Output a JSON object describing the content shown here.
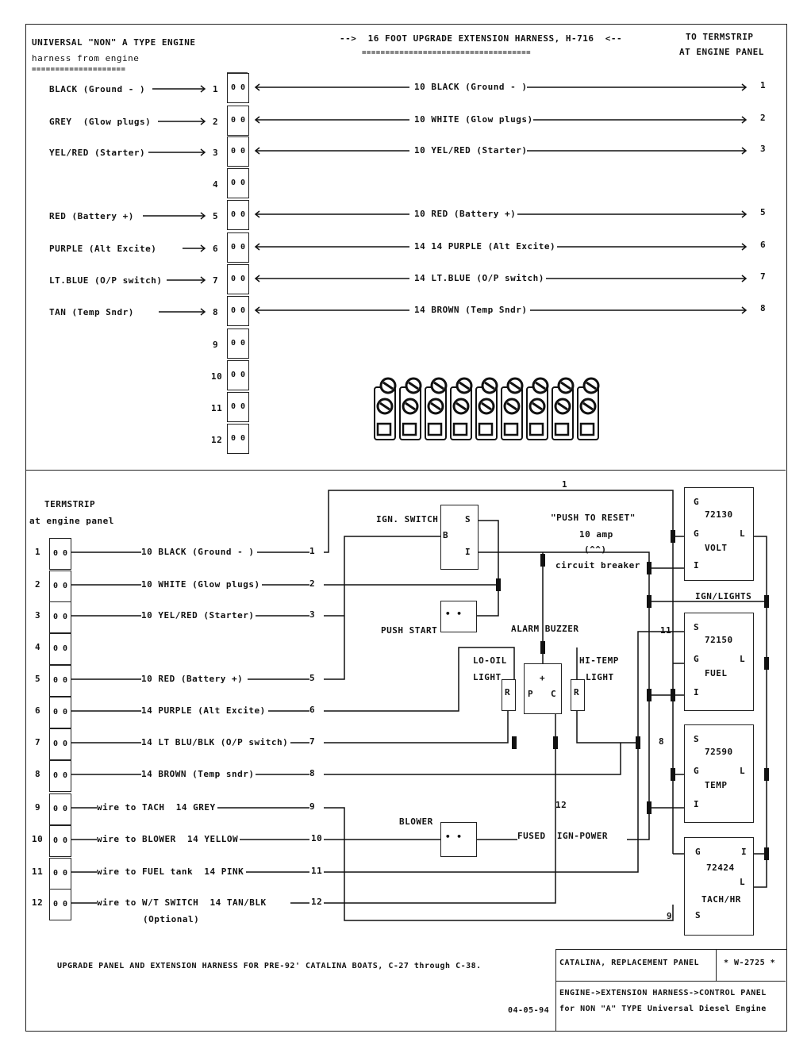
{
  "top": {
    "left_title": "UNIVERSAL \"NON\" A TYPE ENGINE",
    "left_subtitle": "harness from engine",
    "left_underline": "====================",
    "center_title": "-->  16 FOOT UPGRADE EXTENSION HARNESS, H-716  <--",
    "center_underline": "====================================",
    "right_title_1": "TO TERMSTRIP",
    "right_title_2": "AT ENGINE PANEL",
    "engine_wires": [
      {
        "num": "1",
        "label": "BLACK (Ground - )"
      },
      {
        "num": "2",
        "label": "GREY  (Glow plugs)"
      },
      {
        "num": "3",
        "label": "YEL/RED (Starter)"
      },
      {
        "num": "4",
        "label": ""
      },
      {
        "num": "5",
        "label": "RED (Battery +)"
      },
      {
        "num": "6",
        "label": "PURPLE (Alt Excite)"
      },
      {
        "num": "7",
        "label": "LT.BLUE (O/P switch)"
      },
      {
        "num": "8",
        "label": "TAN (Temp Sndr)"
      },
      {
        "num": "9",
        "label": ""
      },
      {
        "num": "10",
        "label": ""
      },
      {
        "num": "11",
        "label": ""
      },
      {
        "num": "12",
        "label": ""
      }
    ],
    "harness_wires": [
      {
        "label": "10 BLACK (Ground - )",
        "num": "1"
      },
      {
        "label": "10 WHITE (Glow plugs)",
        "num": "2"
      },
      {
        "label": "10 YEL/RED (Starter)",
        "num": "3"
      },
      {
        "label": "",
        "num": ""
      },
      {
        "label": "10 RED (Battery +)",
        "num": "5"
      },
      {
        "label": "14 14 PURPLE (Alt Excite)",
        "num": "6"
      },
      {
        "label": "14 LT.BLUE (O/P switch)",
        "num": "7"
      },
      {
        "label": "14 BROWN (Temp Sndr)",
        "num": "8"
      }
    ],
    "cell_text": "0 0"
  },
  "bottom": {
    "termstrip_title": "TERMSTRIP",
    "termstrip_subtitle": "at engine panel",
    "rows": [
      {
        "num": "1",
        "label": "10 BLACK (Ground - )",
        "end": "1"
      },
      {
        "num": "2",
        "label": "10 WHITE (Glow plugs)",
        "end": "2"
      },
      {
        "num": "3",
        "label": "10 YEL/RED (Starter)",
        "end": "3"
      },
      {
        "num": "4",
        "label": "",
        "end": ""
      },
      {
        "num": "5",
        "label": "10 RED (Battery +)",
        "end": "5"
      },
      {
        "num": "6",
        "label": "14 PURPLE (Alt Excite)",
        "end": "6"
      },
      {
        "num": "7",
        "label": "14 LT BLU/BLK (O/P switch)",
        "end": "7"
      },
      {
        "num": "8",
        "label": "14 BROWN (Temp sndr)",
        "end": "8"
      },
      {
        "num": "9",
        "label": "wire to TACH  14 GREY",
        "end": "9"
      },
      {
        "num": "10",
        "label": "wire to BLOWER  14 YELLOW",
        "end": "10"
      },
      {
        "num": "11",
        "label": "wire to FUEL tank  14 PINK",
        "end": "11"
      },
      {
        "num": "12",
        "label": "wire to W/T SWITCH  14 TAN/BLK",
        "end": "12"
      }
    ],
    "optional": "(Optional)",
    "ign_switch": "IGN. SWITCH",
    "ign_s": "S",
    "ign_b": "B",
    "ign_i": "I",
    "push_reset": "\"PUSH TO RESET\"",
    "amp": "10 amp",
    "cb_symbol": "(^^)",
    "circuit_breaker": "circuit breaker",
    "push_start": "PUSH START",
    "alarm_buzzer": "ALARM BUZZER",
    "lo_oil": "LO-OIL",
    "light": "LIGHT",
    "hi_temp": "HI-TEMP",
    "r": "R",
    "p": "P",
    "c": "C",
    "plus": "+",
    "blower": "BLOWER",
    "fused_ign_power": "FUSED  IGN-POWER",
    "ign_lights": "IGN/LIGHTS",
    "wire_1": "1",
    "wire_11": "11",
    "wire_8": "8",
    "wire_12": "12",
    "wire_9": "9",
    "gauges": [
      {
        "model": "72130",
        "name": "VOLT",
        "g": "G",
        "s": "",
        "i": "I",
        "l": "L"
      },
      {
        "model": "72150",
        "name": "FUEL",
        "g": "G",
        "s": "S",
        "i": "I",
        "l": "L"
      },
      {
        "model": "72590",
        "name": "TEMP",
        "g": "G",
        "s": "S",
        "i": "I",
        "l": "L"
      },
      {
        "model": "72424",
        "name": "TACH/HR",
        "g": "G",
        "s": "S",
        "i": "I",
        "l": "L"
      }
    ]
  },
  "footer": {
    "caption": "UPGRADE PANEL AND EXTENSION HARNESS FOR PRE-92' CATALINA BOATS, C-27 through C-38.",
    "date": "04-05-94",
    "title_block_1": "CATALINA, REPLACEMENT PANEL",
    "doc_number": "* W-2725 *",
    "title_block_2": "ENGINE->EXTENSION HARNESS->CONTROL PANEL",
    "title_block_3": "for NON \"A\" TYPE Universal Diesel Engine"
  }
}
